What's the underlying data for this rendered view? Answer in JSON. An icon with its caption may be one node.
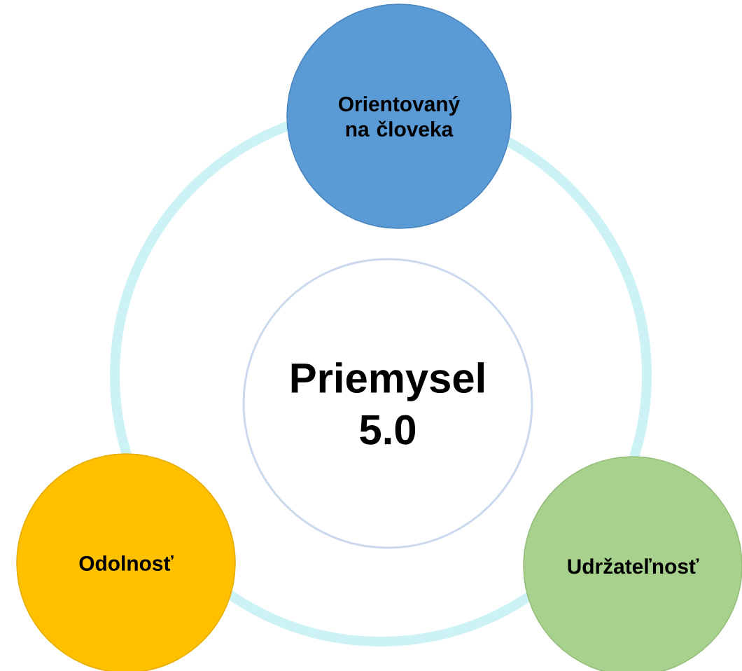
{
  "diagram": {
    "nodes": [
      {
        "text": [
          "Priemysel 5.0"
        ]
      },
      {
        "text": [
          "Orientovaný na človeka"
        ]
      },
      {
        "text": [
          "Odolnosť"
        ]
      },
      {
        "text": [
          "Udržateľnosť"
        ]
      }
    ]
  }
}
